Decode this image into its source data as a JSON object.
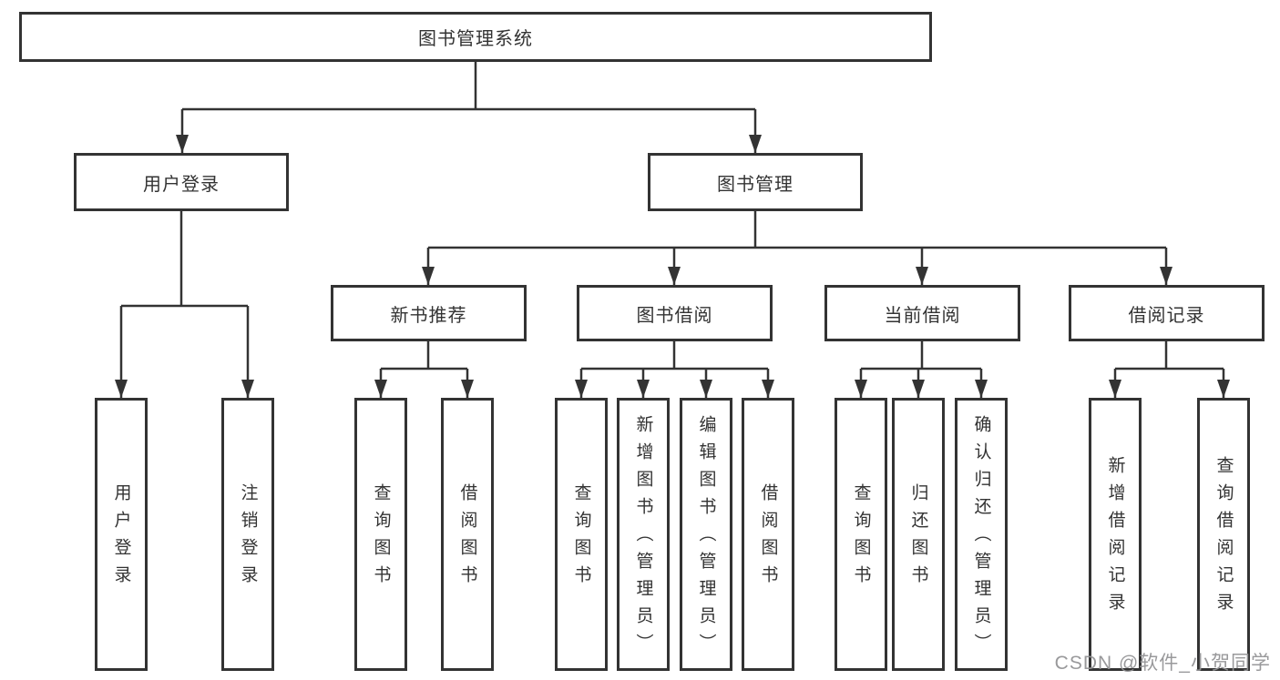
{
  "diagram": {
    "title": "图书管理系统",
    "root": {
      "label": "图书管理系统"
    },
    "level2": [
      {
        "label": "用户登录"
      },
      {
        "label": "图书管理"
      }
    ],
    "level3": [
      {
        "label": "新书推荐",
        "parent": "图书管理"
      },
      {
        "label": "图书借阅",
        "parent": "图书管理"
      },
      {
        "label": "当前借阅",
        "parent": "图书管理"
      },
      {
        "label": "借阅记录",
        "parent": "图书管理"
      }
    ],
    "leaves": [
      {
        "label": "用户登录",
        "parent": "用户登录"
      },
      {
        "label": "注销登录",
        "parent": "用户登录"
      },
      {
        "label": "查询图书",
        "parent": "新书推荐"
      },
      {
        "label": "借阅图书",
        "parent": "新书推荐"
      },
      {
        "label": "查询图书",
        "parent": "图书借阅"
      },
      {
        "label": "新增图书（管理员）",
        "parent": "图书借阅"
      },
      {
        "label": "编辑图书（管理员）",
        "parent": "图书借阅"
      },
      {
        "label": "借阅图书",
        "parent": "图书借阅"
      },
      {
        "label": "查询图书",
        "parent": "当前借阅"
      },
      {
        "label": "归还图书",
        "parent": "当前借阅"
      },
      {
        "label": "确认归还（管理员）",
        "parent": "当前借阅"
      },
      {
        "label": "新增借阅记录",
        "parent": "借阅记录"
      },
      {
        "label": "查询借阅记录",
        "parent": "借阅记录"
      }
    ]
  },
  "watermark": {
    "text": "CSDN @软件_小贺同学"
  },
  "colors": {
    "line": "#333333",
    "box_border": "#333333",
    "text": "#333333",
    "background": "#ffffff",
    "watermark": "#949496"
  }
}
